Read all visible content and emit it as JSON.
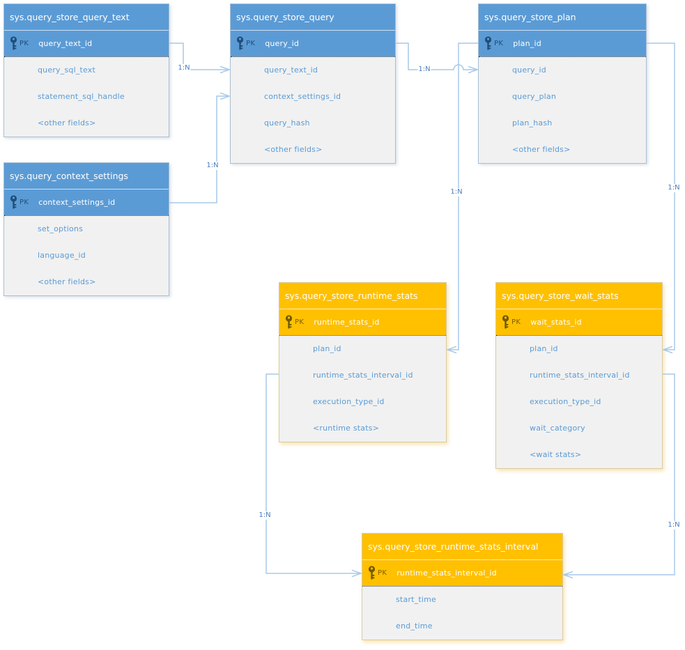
{
  "diagram": {
    "pk_label": "PK",
    "entities": [
      {
        "title": "sys.query_store_query_text",
        "theme": "blue",
        "pk_field": "query_text_id",
        "fields": [
          "query_sql_text",
          "statement_sql_handle",
          "<other fields>"
        ]
      },
      {
        "title": "sys.query_store_query",
        "theme": "blue",
        "pk_field": "query_id",
        "fields": [
          "query_text_id",
          "context_settings_id",
          "query_hash",
          "<other fields>"
        ]
      },
      {
        "title": "sys.query_store_plan",
        "theme": "blue",
        "pk_field": "plan_id",
        "fields": [
          "query_id",
          "query_plan",
          "plan_hash",
          "<other fields>"
        ]
      },
      {
        "title": "sys.query_context_settings",
        "theme": "blue",
        "pk_field": "context_settings_id",
        "fields": [
          "set_options",
          "language_id",
          "<other fields>"
        ]
      },
      {
        "title": "sys.query_store_runtime_stats",
        "theme": "orange",
        "pk_field": "runtime_stats_id",
        "fields": [
          "plan_id",
          "runtime_stats_interval_id",
          "execution_type_id",
          "<runtime stats>"
        ]
      },
      {
        "title": "sys.query_store_wait_stats",
        "theme": "orange",
        "pk_field": "wait_stats_id",
        "fields": [
          "plan_id",
          "runtime_stats_interval_id",
          "execution_type_id",
          "wait_category",
          "<wait stats>"
        ]
      },
      {
        "title": "sys.query_store_runtime_stats_interval",
        "theme": "orange",
        "pk_field": "runtime_stats_interval_id",
        "fields": [
          "start_time",
          "end_time"
        ]
      }
    ],
    "connectors": [
      {
        "label": "1:N",
        "from": "sys.query_store_query_text.query_text_id",
        "to": "sys.query_store_query.query_text_id"
      },
      {
        "label": "1:N",
        "from": "sys.query_context_settings.context_settings_id",
        "to": "sys.query_store_query.context_settings_id"
      },
      {
        "label": "1:N",
        "from": "sys.query_store_query.query_id",
        "to": "sys.query_store_plan.query_id"
      },
      {
        "label": "1:N",
        "from": "sys.query_store_plan.plan_id",
        "to": "sys.query_store_runtime_stats.plan_id"
      },
      {
        "label": "1:N",
        "from": "sys.query_store_plan.plan_id",
        "to": "sys.query_store_wait_stats.plan_id"
      },
      {
        "label": "1:N",
        "from": "sys.query_store_runtime_stats.runtime_stats_interval_id",
        "to": "sys.query_store_runtime_stats_interval.runtime_stats_interval_id"
      },
      {
        "label": "1:N",
        "from": "sys.query_store_wait_stats.runtime_stats_interval_id",
        "to": "sys.query_store_runtime_stats_interval.runtime_stats_interval_id"
      }
    ],
    "colors": {
      "blue_header": "#5b9bd5",
      "orange_header": "#ffc000",
      "body_bg": "#f1f1f1",
      "field_text": "#5b9bd5",
      "connector": "#a7c9e8",
      "pk_blue": "#1f4e79",
      "pk_orange": "#7f6000"
    }
  }
}
